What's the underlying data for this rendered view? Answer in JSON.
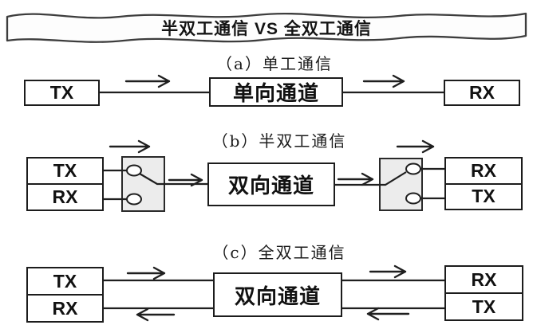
{
  "title": "半双工通信 VS 全双工通信",
  "sections": [
    {
      "id": "a",
      "caption": "（a）单工通信",
      "transmitter": "TX",
      "channel": "单向通道",
      "receiver": "RX"
    },
    {
      "id": "b",
      "caption": "（b）半双工通信",
      "left_station": {
        "top": "TX",
        "bottom": "RX"
      },
      "channel": "双向通道",
      "right_station": {
        "top": "RX",
        "bottom": "TX"
      }
    },
    {
      "id": "c",
      "caption": "（c）全双工通信",
      "left_station": {
        "top": "TX",
        "bottom": "RX"
      },
      "channel": "双向通道",
      "right_station": {
        "top": "RX",
        "bottom": "TX"
      }
    }
  ],
  "colors": {
    "line": "#1f1f1f",
    "switch_fill": "#ececec",
    "paper": "#ffffff"
  }
}
